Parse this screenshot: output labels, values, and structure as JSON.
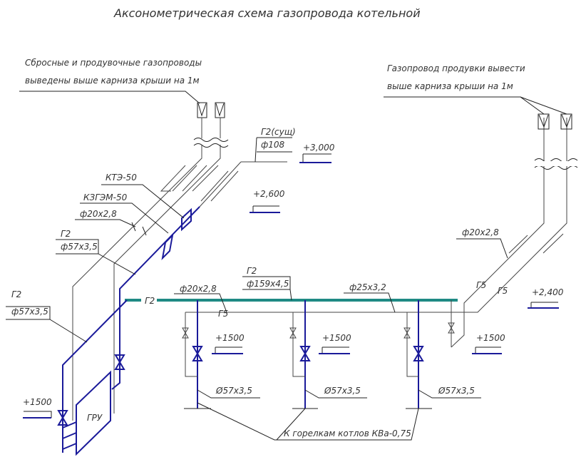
{
  "title": "Аксонометрическая схема газопровода котельной",
  "notes": {
    "left_line1": "Сбросные и продувочные газопроводы",
    "left_line2": "выведены выше карниза крыши на 1м",
    "right_line1": "Газопровод продувки вывести",
    "right_line2": "выше карниза крыши на 1м",
    "burners": "К горелкам котлов КВа-0,75"
  },
  "labels": {
    "g2_existing": "Г2(сущ)",
    "d108": "ф108",
    "kte": "КТЭ-50",
    "kzgem": "КЗГЭМ-50",
    "d20_left": "ф20х2,8",
    "g2_a": "Г2",
    "d57_a": "ф57х3,5",
    "g2_b": "Г2",
    "d57_b": "ф57х3,5",
    "g2_line": "Г2",
    "d20_mid": "ф20х2,8",
    "g2_c": "Г2",
    "d159": "ф159х4,5",
    "d25": "ф25х3,2",
    "g5_a": "Г5",
    "g5_b": "Г5",
    "g5_c": "Г5",
    "d20_right": "ф20х2,8",
    "d57_1": "Ø57х3,5",
    "d57_2": "Ø57х3,5",
    "d57_3": "Ø57х3,5",
    "gru": "ГРУ"
  },
  "elevations": {
    "e3000": "+3,000",
    "e2600": "+2,600",
    "e2400": "+2,400",
    "e1500_left": "+1500",
    "e1500_1": "+1500",
    "e1500_2": "+1500",
    "e1500_3": "+1500"
  },
  "colors": {
    "gas_main": "#1f8a84",
    "gas_pipe": "#1a1a9a",
    "purge": "#444444"
  }
}
